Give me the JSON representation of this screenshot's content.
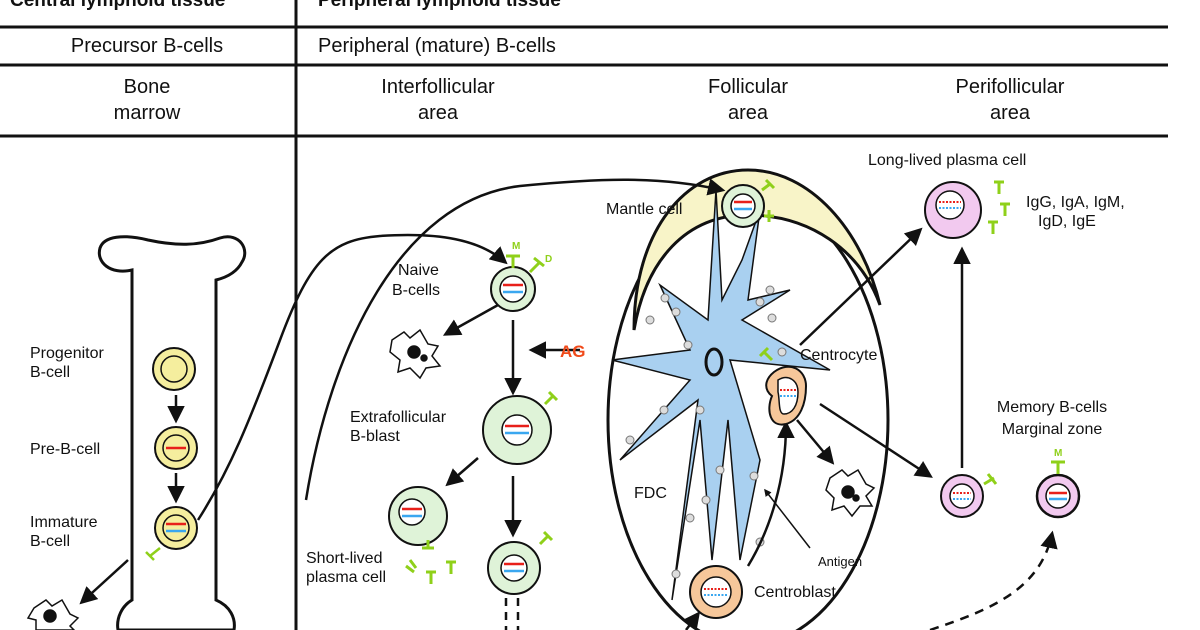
{
  "header": {
    "central": "Central lymphoid tissue",
    "peripheral": "Peripheral lymphoid tissue",
    "precursor": "Precursor B-cells",
    "mature": "Peripheral (mature) B-cells"
  },
  "areas": {
    "bone_1": "Bone",
    "bone_2": "marrow",
    "interfollicular_1": "Interfollicular",
    "interfollicular_2": "area",
    "follicular_1": "Follicular",
    "follicular_2": "area",
    "perifollicular_1": "Perifollicular",
    "perifollicular_2": "area"
  },
  "labels": {
    "progenitor_1": "Progenitor",
    "progenitor_2": "B-cell",
    "pre_b": "Pre-B-cell",
    "immature_1": "Immature",
    "immature_2": "B-cell",
    "naive_1": "Naive",
    "naive_2": "B-cells",
    "ag": "AG",
    "extrafollicular_1": "Extrafollicular",
    "extrafollicular_2": "B-blast",
    "shortlived_1": "Short-lived",
    "shortlived_2": "plasma cell",
    "mantle": "Mantle  cell",
    "fdc": "FDC",
    "centrocyte": "Centrocyte",
    "antigen": "Antigen",
    "centroblast": "Centroblast",
    "longlived": "Long-lived plasma cell",
    "ig_1": "IgG, IgA, IgM,",
    "ig_2": "IgD, IgE",
    "memory_1": "Memory B-cells",
    "memory_2": "Marginal zone",
    "receptor_m": "M",
    "receptor_d": "D"
  },
  "colors": {
    "line": "#111111",
    "yellow_cell": "#f5ee9e",
    "green_cell": "#dff3d8",
    "pink_cell": "#f2c9ef",
    "orange_cell": "#f6c79a",
    "mantle_zone": "#f8f4c8",
    "fdc": "#a9d0f0",
    "receptor": "#8fd01a",
    "red_line": "#e8201a",
    "blue_line": "#3aa7f0",
    "ag": "#f04a1a"
  }
}
